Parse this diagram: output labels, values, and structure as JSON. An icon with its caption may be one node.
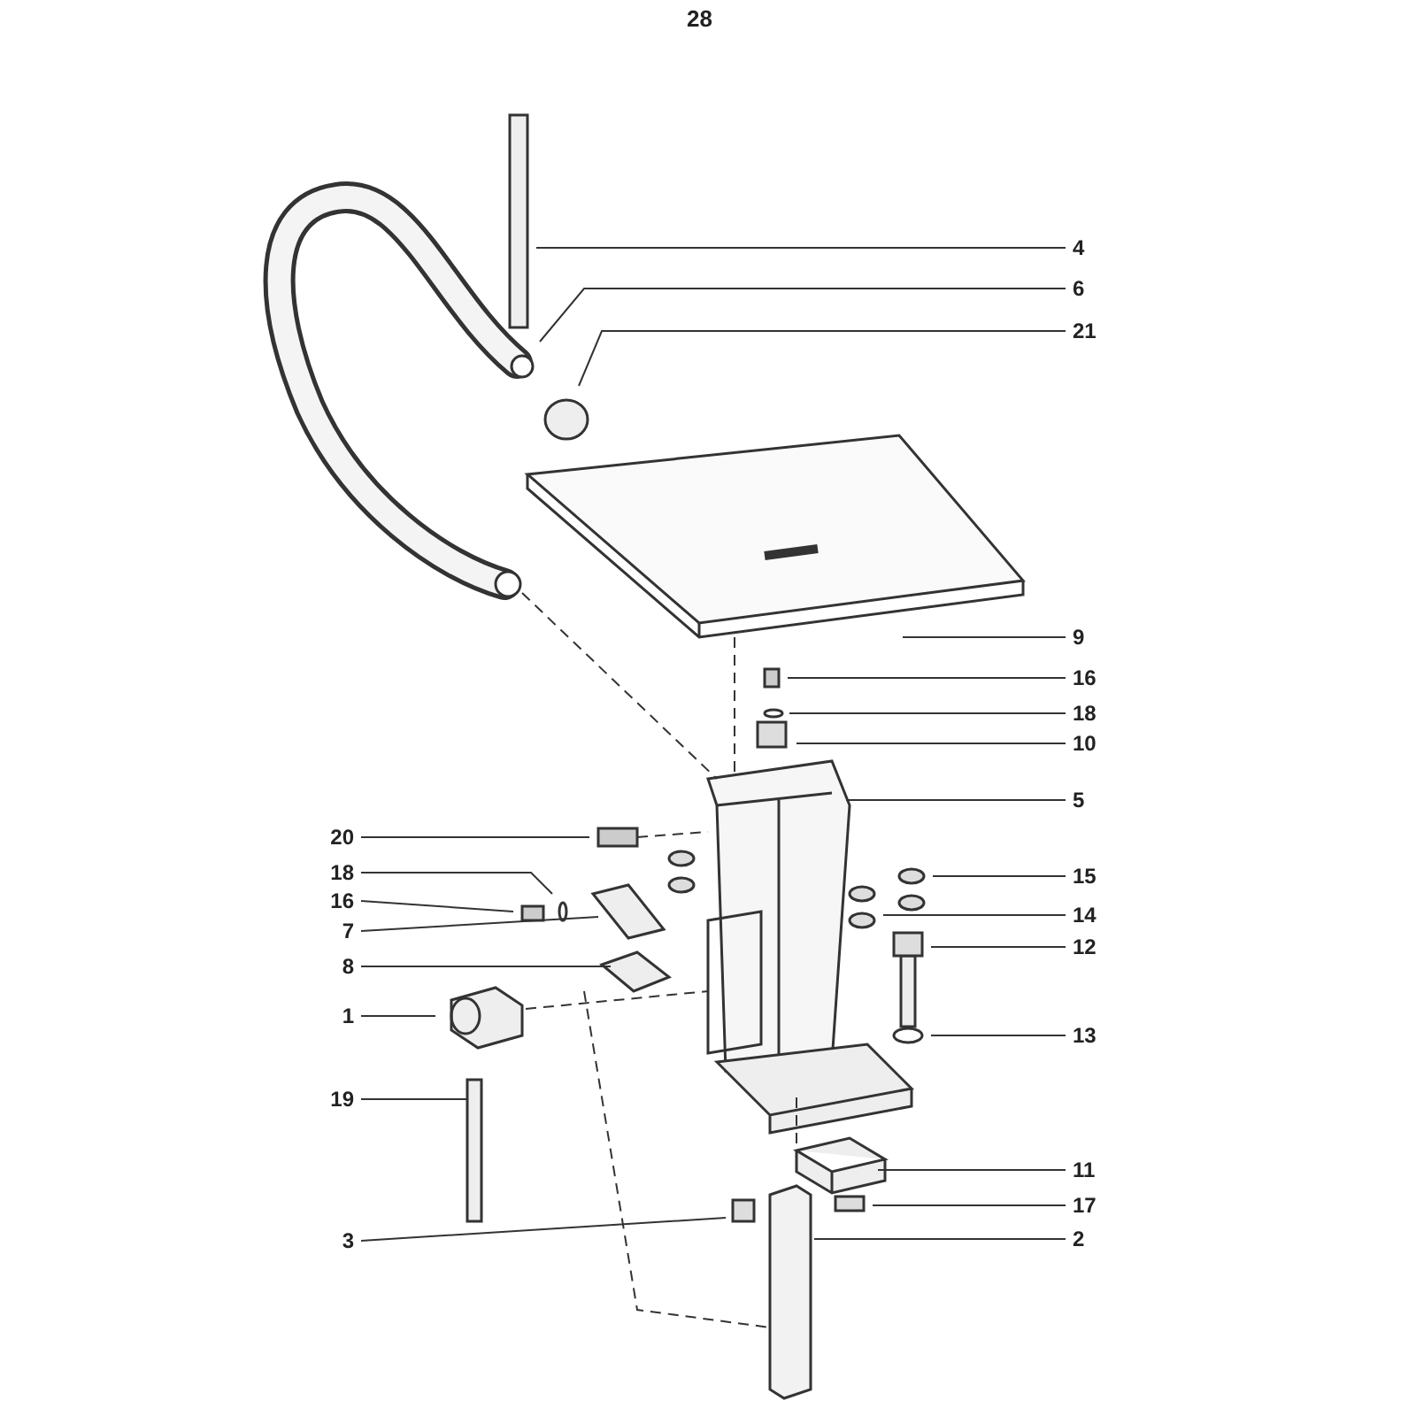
{
  "diagram": {
    "nodes": [
      {
        "text": [
          "4"
        ]
      },
      {
        "text": [
          "6"
        ]
      },
      {
        "text": [
          "21"
        ]
      },
      {
        "text": [
          "9"
        ]
      },
      {
        "text": [
          "16"
        ]
      },
      {
        "text": [
          "18"
        ]
      },
      {
        "text": [
          "10"
        ]
      },
      {
        "text": [
          "5"
        ]
      },
      {
        "text": [
          "20"
        ]
      },
      {
        "text": [
          "18"
        ]
      },
      {
        "text": [
          "15"
        ]
      },
      {
        "text": [
          "16"
        ]
      },
      {
        "text": [
          "14"
        ]
      },
      {
        "text": [
          "7"
        ]
      },
      {
        "text": [
          "12"
        ]
      },
      {
        "text": [
          "8"
        ]
      },
      {
        "text": [
          "1"
        ]
      },
      {
        "text": [
          "13"
        ]
      },
      {
        "text": [
          "19"
        ]
      },
      {
        "text": [
          "11"
        ]
      },
      {
        "text": [
          "17"
        ]
      },
      {
        "text": [
          "2"
        ]
      },
      {
        "text": [
          "3"
        ]
      }
    ],
    "edges": [
      {
        "from": 0,
        "to": null,
        "arrow": "none"
      },
      {
        "from": 1,
        "to": null,
        "arrow": "none"
      },
      {
        "from": 2,
        "to": null,
        "arrow": "none"
      },
      {
        "from": 3,
        "to": null,
        "arrow": "none"
      },
      {
        "from": 4,
        "to": null,
        "arrow": "none"
      },
      {
        "from": 5,
        "to": null,
        "arrow": "none"
      },
      {
        "from": 6,
        "to": null,
        "arrow": "none"
      },
      {
        "from": 7,
        "to": null,
        "arrow": "none"
      },
      {
        "from": 8,
        "to": null,
        "arrow": "none"
      },
      {
        "from": 9,
        "to": null,
        "arrow": "none"
      },
      {
        "from": 10,
        "to": null,
        "arrow": "none"
      },
      {
        "from": 11,
        "to": null,
        "arrow": "none"
      },
      {
        "from": 12,
        "to": null,
        "arrow": "none"
      },
      {
        "from": 13,
        "to": null,
        "arrow": "none"
      },
      {
        "from": 14,
        "to": null,
        "arrow": "none"
      },
      {
        "from": 15,
        "to": null,
        "arrow": "none"
      },
      {
        "from": 16,
        "to": null,
        "arrow": "none"
      },
      {
        "from": 17,
        "to": null,
        "arrow": "none"
      },
      {
        "from": 18,
        "to": null,
        "arrow": "none"
      },
      {
        "from": 19,
        "to": null,
        "arrow": "none"
      },
      {
        "from": 20,
        "to": null,
        "arrow": "none"
      },
      {
        "from": 21,
        "to": null,
        "arrow": "none"
      },
      {
        "from": 22,
        "to": null,
        "arrow": "none"
      }
    ],
    "labels": [
      "28"
    ]
  }
}
